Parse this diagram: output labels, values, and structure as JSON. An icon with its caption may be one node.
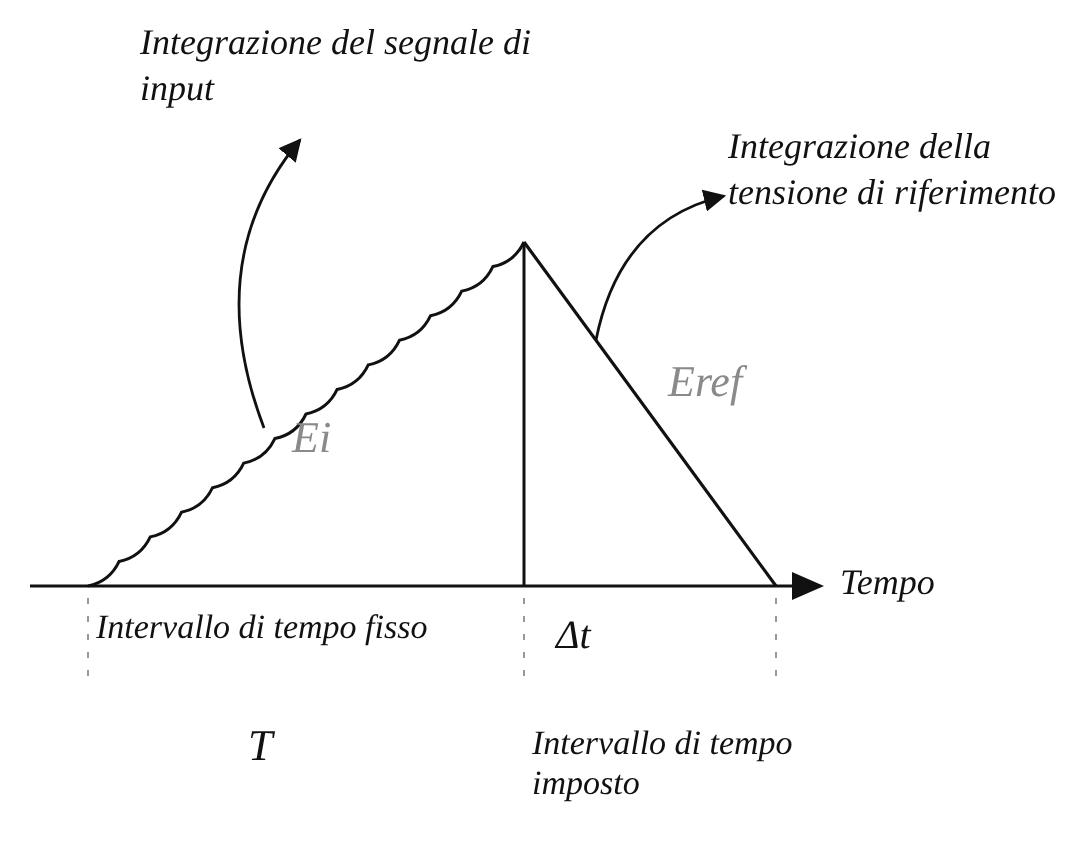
{
  "diagram": {
    "nodes": [
      {
        "text": [
          "Integrazione del segnale di input"
        ]
      },
      {
        "text": [
          "Integrazione della tensione di riferimento"
        ]
      }
    ],
    "edges": [
      {
        "from": null,
        "to": 0,
        "arrow": "to"
      },
      {
        "from": null,
        "to": 1,
        "arrow": "to"
      }
    ],
    "labels": [
      "Ei",
      "Eref",
      "Tempo",
      "Intervallo di tempo fisso",
      "Δt",
      "T",
      "Intervallo di tempo imposto"
    ]
  }
}
